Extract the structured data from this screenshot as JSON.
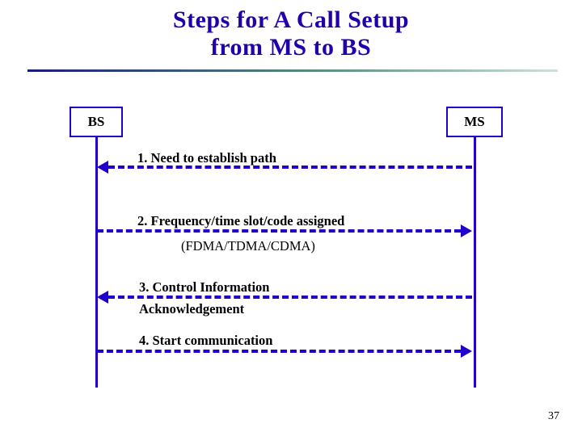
{
  "slide": {
    "title_line1": "Steps for A Call Setup",
    "title_line2": "from MS to BS",
    "page_number": "37",
    "accent_color": "#2200cc",
    "title_color": "#2200aa"
  },
  "nodes": [
    {
      "id": "bs",
      "label": "BS"
    },
    {
      "id": "ms",
      "label": "MS"
    }
  ],
  "messages": [
    {
      "number": "1.",
      "label": "1. Need to establish path",
      "direction": "ms-to-bs",
      "sublabel": ""
    },
    {
      "number": "2.",
      "label": "2. Frequency/time slot/code assigned",
      "direction": "bs-to-ms",
      "sublabel": "(FDMA/TDMA/CDMA)"
    },
    {
      "number": "3.",
      "label": "3. Control Information",
      "direction": "ms-to-bs",
      "sublabel": "Acknowledgement"
    },
    {
      "number": "4.",
      "label": "4. Start communication",
      "direction": "bs-to-ms",
      "sublabel": ""
    }
  ]
}
